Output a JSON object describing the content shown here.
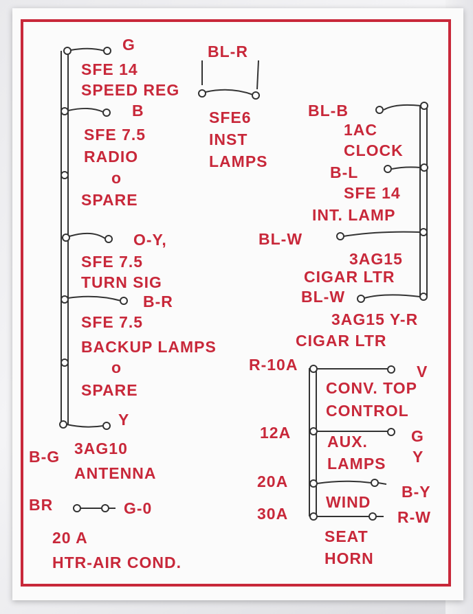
{
  "colors": {
    "ink": "#c8283a",
    "card": "#fbfbfb"
  },
  "left": {
    "g": "G",
    "sfe14": "SFE 14",
    "speed_reg": "SPEED REG",
    "b": "B",
    "sfe75_radio": "SFE 7.5",
    "radio": "RADIO",
    "o1": "o",
    "spare1": "SPARE",
    "oy": "O-Y,",
    "sfe75_turn": "SFE 7.5",
    "turn_sig": "TURN SIG",
    "br": "B-R",
    "sfe75_backup": "SFE 7.5",
    "backup_lamps": "BACKUP LAMPS",
    "o2": "o",
    "spare2": "SPARE",
    "y": "Y",
    "bg": "B-G",
    "ag10": "3AG10",
    "antenna": "ANTENNA",
    "br2": "BR",
    "g0": "G-0",
    "a20": "20 A",
    "htr": "HTR-AIR COND."
  },
  "middle": {
    "blr": "BL-R",
    "sfe6": "SFE6",
    "inst": "INST",
    "lamps": "LAMPS"
  },
  "right": {
    "blb": "BL-B",
    "ac1": "1AC",
    "clock": "CLOCK",
    "bl": "B-L",
    "sfe14": "SFE 14",
    "int_lamp": "INT. LAMP",
    "blw1": "BL-W",
    "ag15": "3AG15",
    "cigar1": "CIGAR LTR",
    "blw2": "BL-W",
    "ag15yr": "3AG15 Y-R",
    "cigar2": "CIGAR LTR",
    "r10a": "R-10A",
    "v": "V",
    "conv_top": "CONV. TOP",
    "control": "CONTROL",
    "a12": "12A",
    "g": "G",
    "y": "Y",
    "aux": "AUX.",
    "aux_lamps": "LAMPS",
    "a20": "20A",
    "by": "B-Y",
    "wind": "WIND",
    "a30": "30A",
    "rw": "R-W",
    "seat": "SEAT",
    "horn": "HORN"
  }
}
